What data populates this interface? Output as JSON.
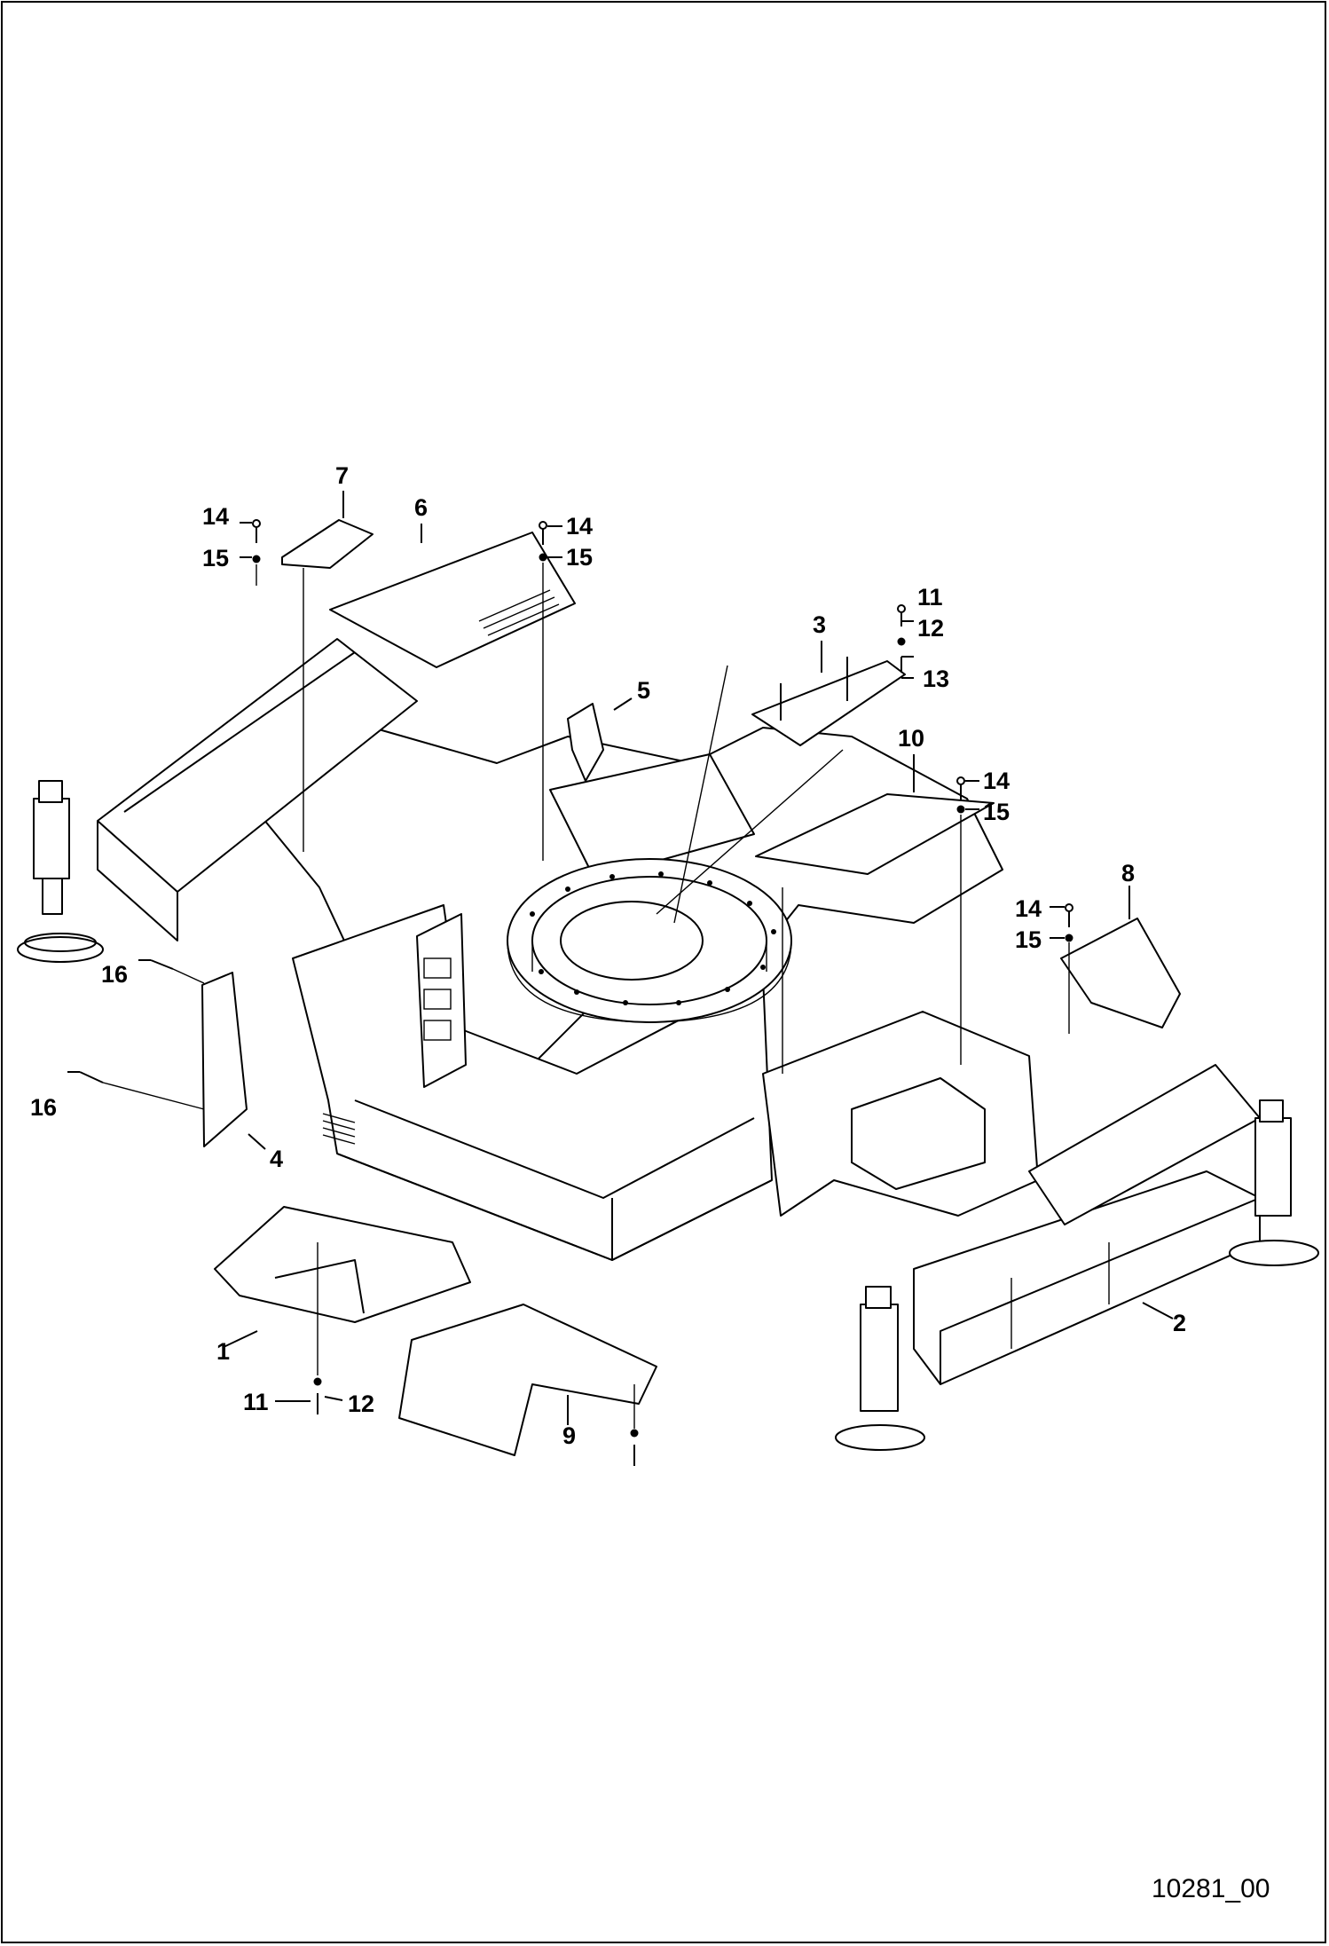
{
  "diagram": {
    "figure_id": "10281_00",
    "callouts": {
      "c1": "1",
      "c2": "2",
      "c3": "3",
      "c4": "4",
      "c5": "5",
      "c6": "6",
      "c7": "7",
      "c8": "8",
      "c9": "9",
      "c10": "10",
      "c11a": "11",
      "c11b": "11",
      "c12a": "12",
      "c12b": "12",
      "c13": "13",
      "c14a": "14",
      "c14b": "14",
      "c14c": "14",
      "c14d": "14",
      "c15a": "15",
      "c15b": "15",
      "c15c": "15",
      "c15d": "15",
      "c16a": "16",
      "c16b": "16"
    }
  }
}
